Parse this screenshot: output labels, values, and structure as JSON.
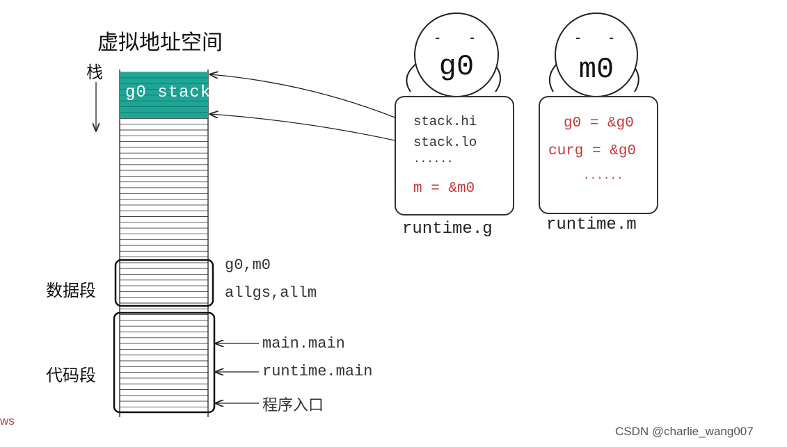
{
  "title": "虚拟地址空间",
  "memory": {
    "stack_label": "栈",
    "g0_stack_label": "g0 stack",
    "data_segment_label": "数据段",
    "code_segment_label": "代码段",
    "data_items": [
      "g0,m0",
      "allgs,allm"
    ],
    "code_items": [
      "main.main",
      "runtime.main",
      "程序入口"
    ]
  },
  "g_struct": {
    "face_label": "g0",
    "fields": [
      "stack.hi",
      "stack.lo",
      "......"
    ],
    "red_field": "m = &m0",
    "caption": "runtime.g"
  },
  "m_struct": {
    "face_label": "m0",
    "fields": [
      "g0 = &g0",
      "curg = &g0",
      "......"
    ],
    "caption": "runtime.m"
  },
  "watermark": "CSDN @charlie_wang007",
  "corner_text": "ws",
  "colors": {
    "g0_stack_fill": "#1fa595",
    "red_ink": "#c0393b",
    "line": "#222222"
  }
}
